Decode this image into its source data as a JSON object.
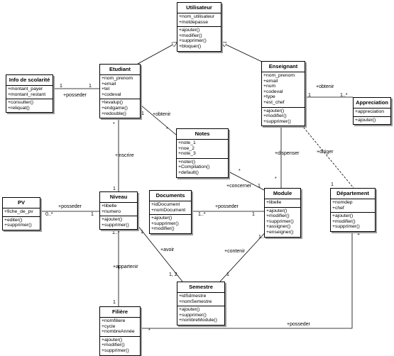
{
  "classes": {
    "utilisateur": {
      "name": "Utilisateur",
      "attributes": [
        "+nom_utilisateur",
        "+motdepasse"
      ],
      "methods": [
        "+ajouter()",
        "+modifier()",
        "+supprimer()",
        "+bloquer()"
      ]
    },
    "etudiant": {
      "name": "Etudiant",
      "attributes": [
        "+nom_prenom",
        "+email",
        "+tel",
        "+codeval"
      ],
      "methods": [
        "+levalup()",
        "+endgame()",
        "+redouble()"
      ]
    },
    "enseignant": {
      "name": "Enseignant",
      "attributes": [
        "+nom_prenom",
        "+email",
        "+num",
        "+codeval",
        "+type",
        "+est_chef"
      ],
      "methods": [
        "+ajouter()",
        "+modifier()",
        "+supprimer()"
      ]
    },
    "info_scolarite": {
      "name": "Info de scolarité",
      "attributes": [
        "+montant_payer",
        "+montant_restant"
      ],
      "methods": [
        "+consulter()",
        "+reliquat()"
      ]
    },
    "appreciation": {
      "name": "Appreciation",
      "attributes": [
        "+appreciation"
      ],
      "methods": [
        "+ajouter()"
      ]
    },
    "notes": {
      "name": "Notes",
      "attributes": [
        "+note_1",
        "+noe_2",
        "+note_3"
      ],
      "methods": [
        "+noter()",
        "+Compilation()",
        "+default()"
      ]
    },
    "pv": {
      "name": "PV",
      "attributes": [
        "+fiche_de_pv"
      ],
      "methods": [
        "+editer()",
        "+supprimer()"
      ]
    },
    "niveau": {
      "name": "Niveau",
      "attributes": [
        "+libelle",
        "+numero"
      ],
      "methods": [
        "+ajouter()",
        "+supprimer()"
      ]
    },
    "documents": {
      "name": "Documents",
      "attributes": [
        "+idDocument",
        "+nomDocument"
      ],
      "methods": [
        "+ajouter()",
        "+supprimer()",
        "+modifier()"
      ]
    },
    "module": {
      "name": "Module",
      "attributes": [
        "+libelle"
      ],
      "methods": [
        "+ajouter()",
        "+modifier()",
        "+supprimer()",
        "+assigner()",
        "+enseigner()"
      ]
    },
    "departement": {
      "name": "Département",
      "attributes": [
        "+nomdep",
        "+chef"
      ],
      "methods": [
        "+ajouter()",
        "+modifier()",
        "+supprimer()"
      ]
    },
    "semestre": {
      "name": "Semestre",
      "attributes": [
        "+idSdmestre",
        "+nomSemestre"
      ],
      "methods": [
        "+ajouter()",
        "+supprimer()",
        "+nombreModule()"
      ]
    },
    "filiere": {
      "name": "Filière",
      "attributes": [
        "+nomfiliere",
        "+cycle",
        "+nombreAnnée"
      ],
      "methods": [
        "+ajouter()",
        "+modifier()",
        "+supprimer()"
      ]
    }
  },
  "labels": {
    "info_posseder": "+posseder",
    "info_mult_left": "1",
    "info_mult_right": "1",
    "ens_obtenir": "+obtenir",
    "ens_obtenir_m1": "1",
    "ens_obtenir_m2": "1..*",
    "etu_notes_obtenir": "+obtenir",
    "etu_notes_m1": "1",
    "etu_notes_m2": "*",
    "inscrire": "+inscrire",
    "inscrire_m1": "*",
    "inscrire_m2": "1",
    "dispenser": "+dispenser",
    "dispenser_m1": "1",
    "dispenser_m2": "*",
    "diriger": "+diriger",
    "diriger_m1": "1",
    "diriger_m2": "1",
    "concerner": "+concerner",
    "concerner_m1": "*",
    "concerner_m2": "1",
    "pv_posseder": "+posseder",
    "pv_m1": "0..*",
    "pv_m2": "1",
    "doc_posseder": "+posseder",
    "doc_m1": "1..*",
    "doc_m2": "1",
    "avoir": "+avoir",
    "avoir_m1": "1",
    "avoir_m2": "1, 2",
    "contenir": "+contenir",
    "contenir_m1": "1..*",
    "contenir_m2": "1",
    "appartenir": "+appartenir",
    "appartenir_m1": "1..*",
    "appartenir_m2": "1",
    "dep_posseder": "+posseder",
    "dep_m1": "1",
    "dep_m2": "*"
  }
}
